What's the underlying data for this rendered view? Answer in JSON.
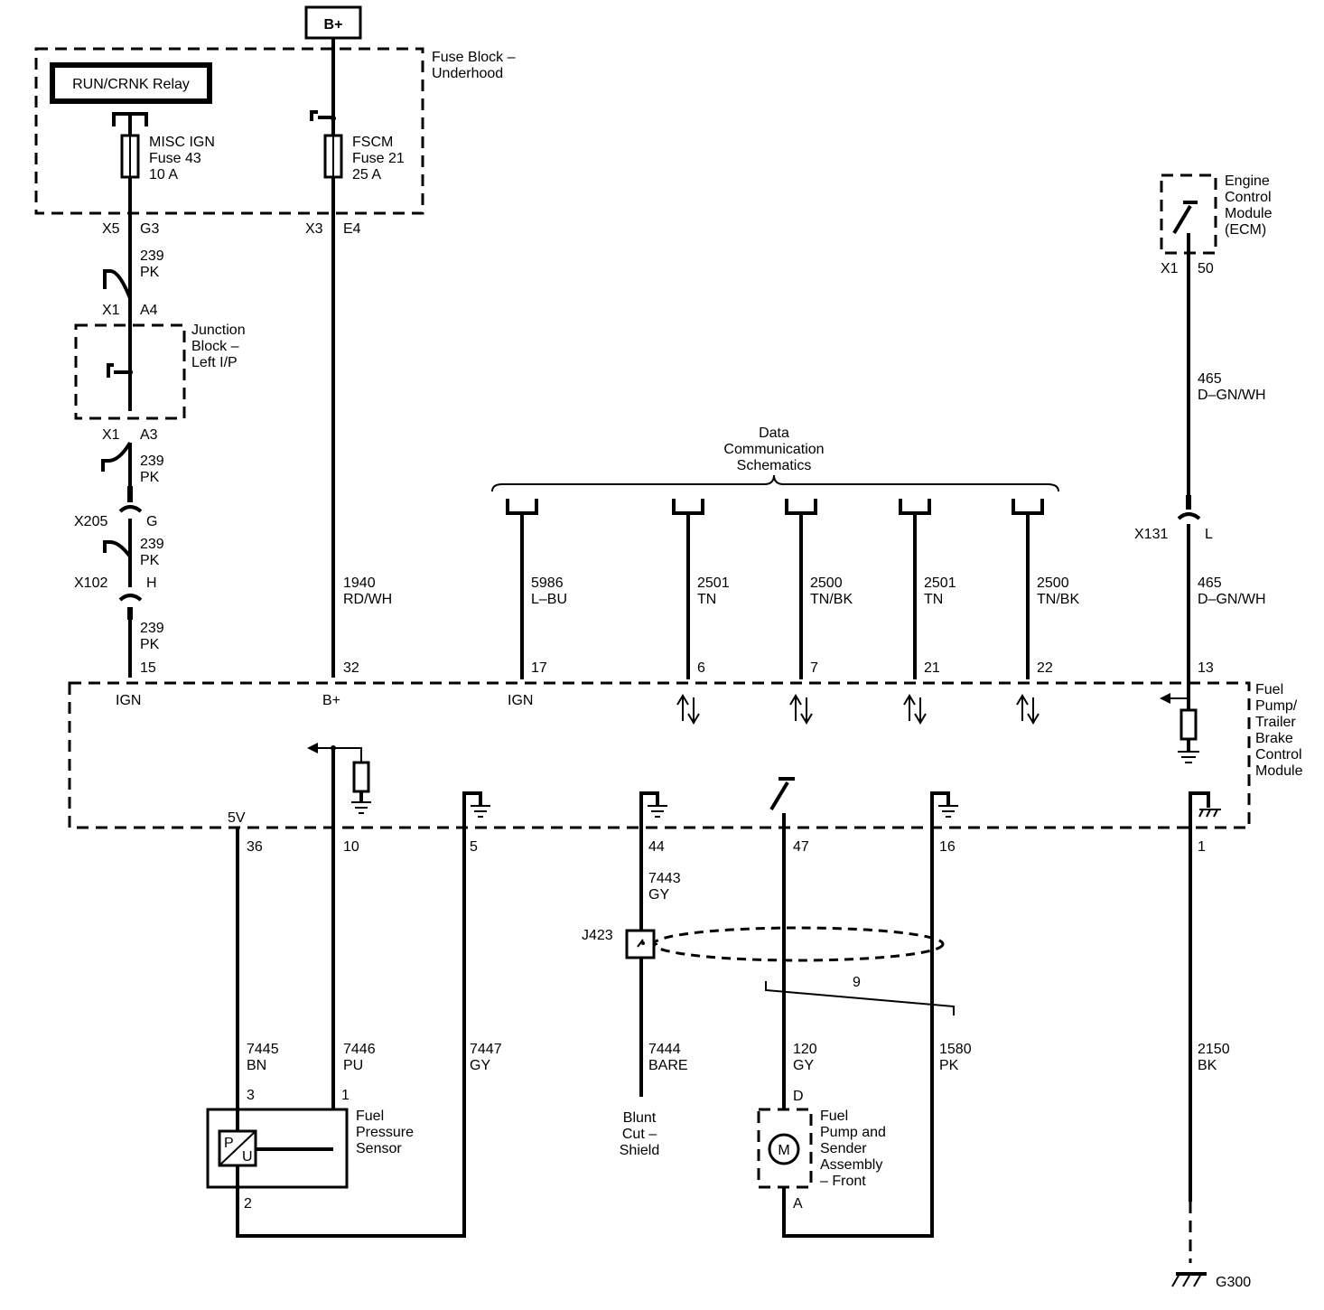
{
  "bplus_top": "B+",
  "relay": "RUN/CRNK Relay",
  "fuse_block": [
    "Fuse Block –",
    "Underhood"
  ],
  "fuse43": [
    "MISC IGN",
    "Fuse 43",
    "10 A"
  ],
  "fuse21": [
    "FSCM",
    "Fuse 21",
    "25 A"
  ],
  "ecm": [
    "Engine",
    "Control",
    "Module",
    "(ECM)"
  ],
  "junction_block": [
    "Junction",
    "Block –",
    "Left I/P"
  ],
  "data_comm": [
    "Data",
    "Communication",
    "Schematics"
  ],
  "fpm": [
    "Fuel",
    "Pump/",
    "Trailer",
    "Brake",
    "Control",
    "Module"
  ],
  "fps": [
    "Fuel",
    "Pressure",
    "Sensor"
  ],
  "pump": [
    "Fuel",
    "Pump and",
    "Sender",
    "Assembly",
    "– Front"
  ],
  "shield": [
    "Blunt",
    "Cut –",
    "Shield"
  ],
  "connectors": {
    "x5": "X5",
    "g3": "G3",
    "x3": "X3",
    "e4": "E4",
    "x1a": "X1",
    "a4": "A4",
    "x1b": "X1",
    "a3": "A3",
    "x205": "X205",
    "g": "G",
    "x102": "X102",
    "h": "H",
    "x1c": "X1",
    "p50": "50",
    "x131": "X131",
    "l": "L",
    "j423": "J423",
    "g300": "G300"
  },
  "wires": {
    "w239": [
      "239",
      "PK"
    ],
    "w1940": [
      "1940",
      "RD/WH"
    ],
    "w5986": [
      "5986",
      "L–BU"
    ],
    "w2501": [
      "2501",
      "TN"
    ],
    "w2500": [
      "2500",
      "TN/BK"
    ],
    "w465": [
      "465",
      "D–GN/WH"
    ],
    "w7445": [
      "7445",
      "BN"
    ],
    "w7446": [
      "7446",
      "PU"
    ],
    "w7447": [
      "7447",
      "GY"
    ],
    "w7443": [
      "7443",
      "GY"
    ],
    "w7444": [
      "7444",
      "BARE"
    ],
    "w120": [
      "120",
      "GY"
    ],
    "w1580": [
      "1580",
      "PK"
    ],
    "w2150": [
      "2150",
      "BK"
    ]
  },
  "twist": "9",
  "pins_top": {
    "p15": "15",
    "p32": "32",
    "p17": "17",
    "p6": "6",
    "p7": "7",
    "p21": "21",
    "p22": "22",
    "p13": "13"
  },
  "pins_bottom": {
    "p36": "36",
    "p10": "10",
    "p5": "5",
    "p44": "44",
    "p47": "47",
    "p16": "16",
    "p1": "1"
  },
  "module_labels": {
    "ign1": "IGN",
    "bplus": "B+",
    "ign2": "IGN",
    "v5": "5V"
  },
  "sensor_pins": {
    "p3": "3",
    "p1": "1",
    "p2": "2",
    "pp": "P",
    "pu": "U"
  },
  "pump_pins": {
    "d": "D",
    "a": "A",
    "m": "M"
  }
}
